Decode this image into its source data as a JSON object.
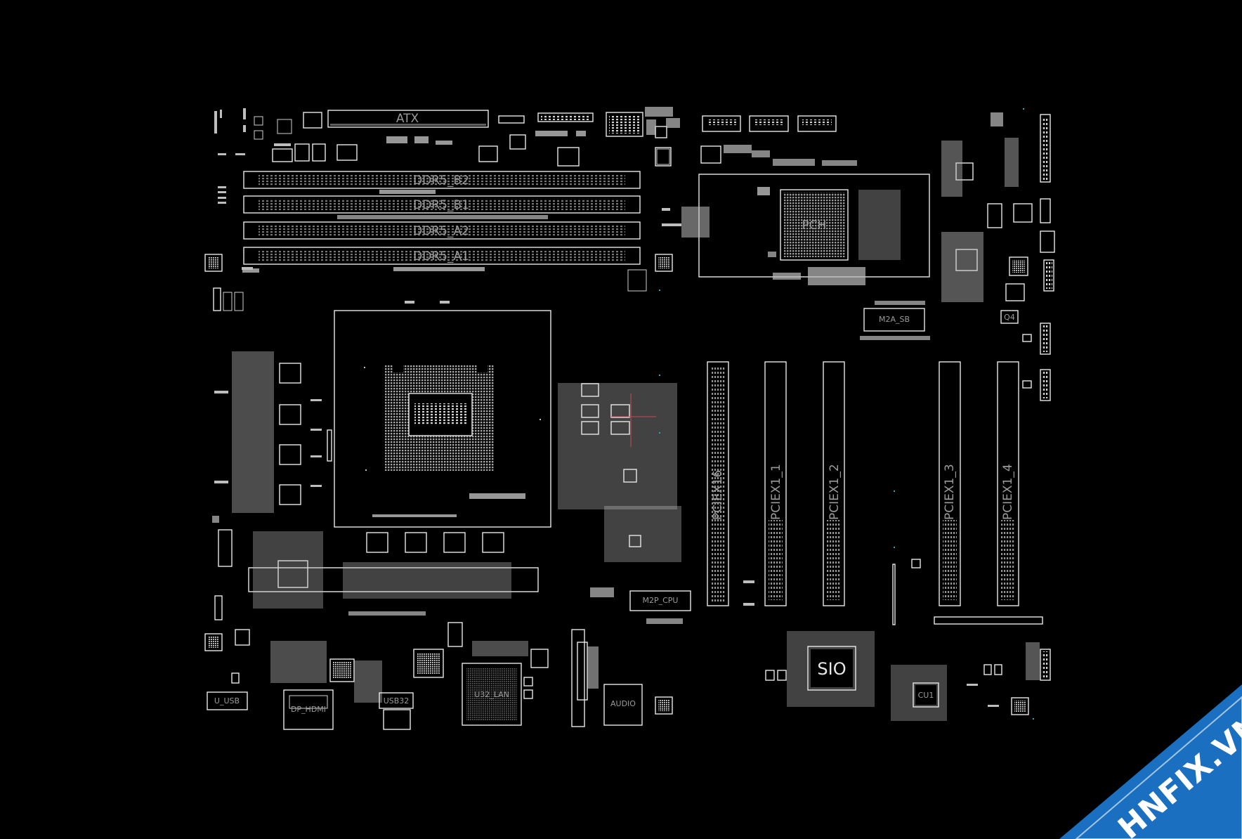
{
  "labels": {
    "atx": "ATX",
    "ddr_b2": "DDR5_B2",
    "ddr_b1": "DDR5_B1",
    "ddr_a2": "DDR5_A2",
    "ddr_a1": "DDR5_A1",
    "pch": "PCH",
    "m2a_sb": "M2A_SB",
    "q4": "Q4",
    "pciex16": "PCIEX16",
    "pciex1_1": "PCIEX1_1",
    "pciex1_2": "PCIEX1_2",
    "pciex1_3": "PCIEX1_3",
    "pciex1_4": "PCIEX1_4",
    "m2p_cpu": "M2P_CPU",
    "sio": "SIO",
    "cu1": "CU1",
    "usb": "U_USB",
    "audio": "AUDIO",
    "lan": "U32_LAN",
    "dp_hdmi": "DP_HDMI",
    "usb32": "USB32"
  },
  "watermark": {
    "text": "HNFIX.VN",
    "accent_color": "#1a6fc0",
    "highlight_color": "#e03030"
  },
  "colors": {
    "background": "#000000",
    "outline": "#e8e8e8",
    "pad": "#bdbdbd",
    "marker": "#2aa7b5",
    "highlight": "#c0505a"
  }
}
